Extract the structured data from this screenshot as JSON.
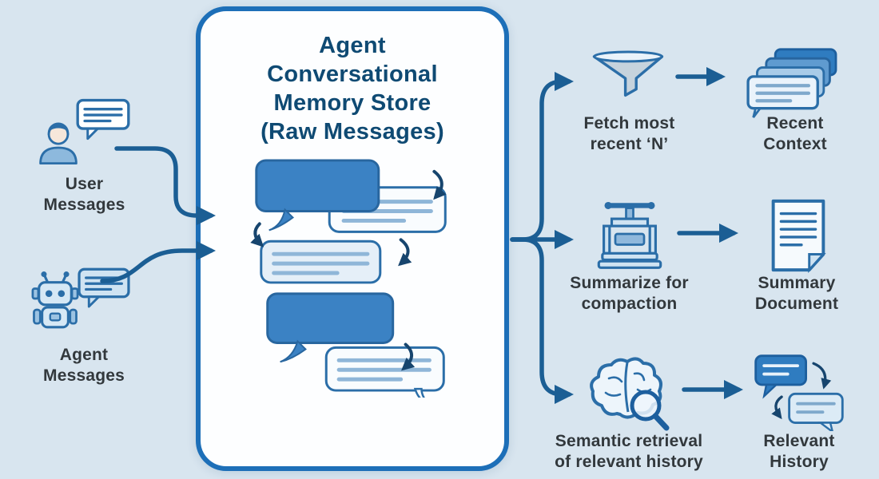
{
  "diagram": {
    "title": "Agent\nConversational\nMemory Store\n(Raw Messages)"
  },
  "left": {
    "user_label": "User\nMessages",
    "agent_label": "Agent\nMessages"
  },
  "branches": [
    {
      "process_label": "Fetch most\nrecent ‘N’",
      "output_label": "Recent\nContext",
      "process_icon": "funnel-icon",
      "output_icon": "stacked-messages-icon"
    },
    {
      "process_label": "Summarize for\ncompaction",
      "output_label": "Summary\nDocument",
      "process_icon": "compaction-press-icon",
      "output_icon": "summary-document-icon"
    },
    {
      "process_label": "Semantic retrieval\nof relevant history",
      "output_label": "Relevant\nHistory",
      "process_icon": "brain-search-icon",
      "output_icon": "chat-history-icon"
    }
  ],
  "colors": {
    "background": "#d8e5ef",
    "box_border": "#1d6fb8",
    "box_fill": "#fdfeff",
    "arrow": "#1b5e94",
    "bubble_blue": "#3b82c4",
    "title_text": "#0f4a73",
    "label_text": "#32383c"
  },
  "icons": [
    "user-icon",
    "message-bubble-icon",
    "robot-icon",
    "funnel-icon",
    "stacked-messages-icon",
    "compaction-press-icon",
    "summary-document-icon",
    "brain-search-icon",
    "chat-history-icon"
  ]
}
